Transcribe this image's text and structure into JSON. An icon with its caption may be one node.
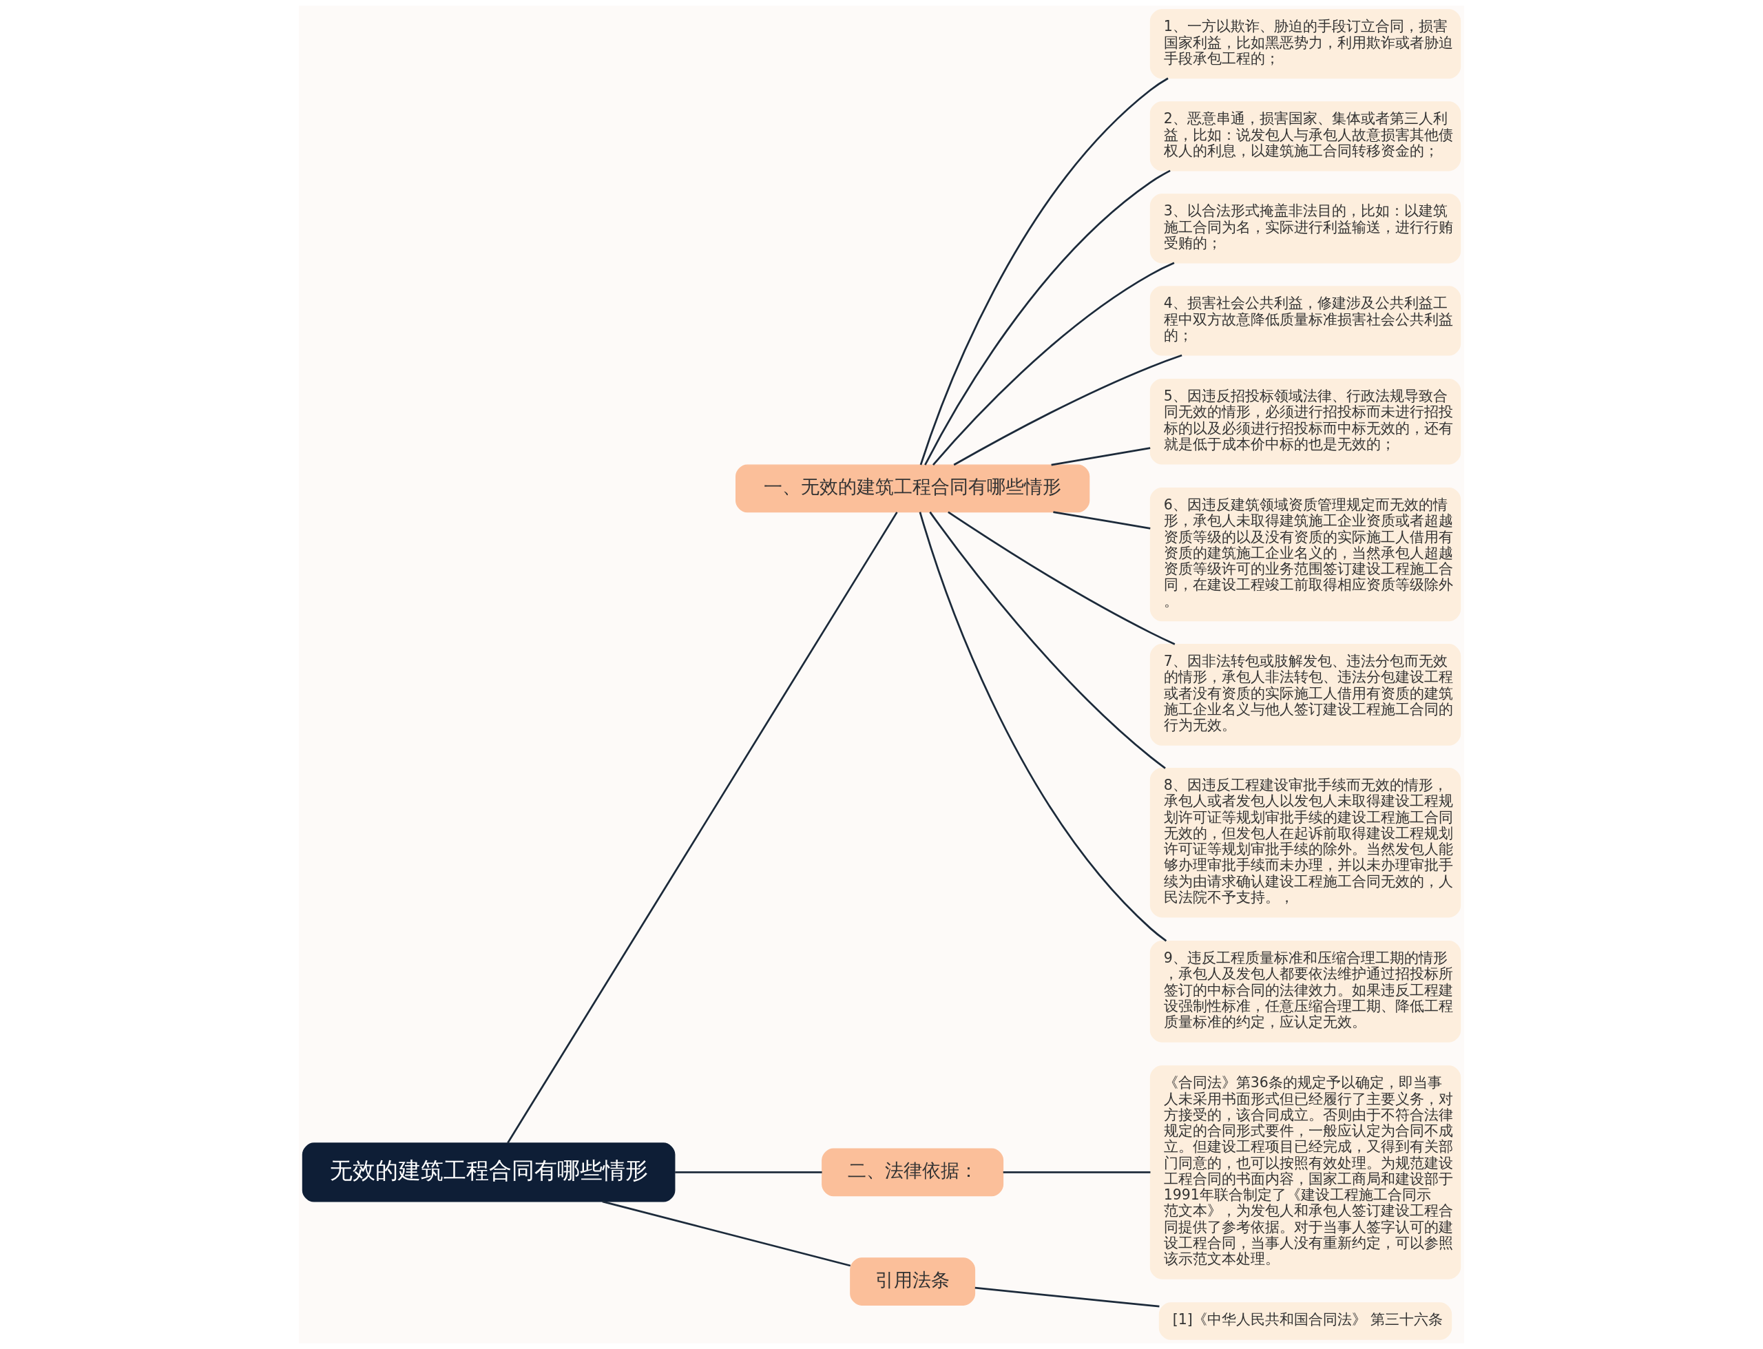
{
  "diagram": {
    "nodes": [
      {
        "text": [
          "无效的建筑工程合同有哪些情形"
        ]
      },
      {
        "text": [
          "一、无效的建筑工程合同有哪些情形"
        ]
      },
      {
        "text": [
          "1、一方以欺诈、胁迫的手段订立合同，损害国家利益，比如黑恶势力，利用欺诈或者胁迫手段承包工程的；"
        ]
      },
      {
        "text": [
          "2、恶意串通，损害国家、集体或者第三人利益，比如：说发包人与承包人故意损害其他债权人的利息，以建筑施工合同转移资金的；"
        ]
      },
      {
        "text": [
          "3、以合法形式掩盖非法目的，比如：以建筑施工合同为名，实际进行利益输送，进行行贿受贿的；"
        ]
      },
      {
        "text": [
          "4、损害社会公共利益，修建涉及公共利益工程中双方故意降低质量标准损害社会公共利益的；"
        ]
      },
      {
        "text": [
          "5、因违反招投标领域法律、行政法规导致合同无效的情形，必须进行招投标而未进行招投标的以及必须进行招投标而中标无效的，还有就是低于成本价中标的也是无效的；"
        ]
      },
      {
        "text": [
          "6、因违反建筑领域资质管理规定而无效的情形，承包人未取得建筑施工企业资质或者超越资质等级的以及没有资质的实际施工人借用有资质的建筑施工企业名义的，当然承包人超越资质等级许可的业务范围签订建设工程施工合同，在建设工程竣工前取得相应资质等级除外。"
        ]
      },
      {
        "text": [
          "7、因非法转包或肢解发包、违法分包而无效的情形，承包人非法转包、违法分包建设工程或者没有资质的实际施工人借用有资质的建筑施工企业名义与他人签订建设工程施工合同的行为无效。"
        ]
      },
      {
        "text": [
          "8、因违反工程建设审批手续而无效的情形，承包人或者发包人以发包人未取得建设工程规划许可证等规划审批手续的建设工程施工合同无效的，但发包人在起诉前取得建设工程规划许可证等规划审批手续的除外。当然发包人能够办理审批手续而未办理，并以未办理审批手续为由请求确认建设工程施工合同无效的，人民法院不予支持。，"
        ]
      },
      {
        "text": [
          "9、违反工程质量标准和压缩合理工期的情形，承包人及发包人都要依法维护通过招投标所签订的中标合同的法律效力。如果违反工程建设强制性标准，任意压缩合理工期、降低工程质量标准的约定，应认定无效。"
        ]
      },
      {
        "text": [
          "二、法律依据："
        ]
      },
      {
        "text": [
          "《合同法》第36条的规定予以确定，即当事人未采用书面形式但已经履行了主要义务，对方接受的，该合同成立。否则由于不符合法律规定的合同形式要件，一般应认定为合同不成立。但建设工程项目已经完成，又得到有关部门同意的，也可以按照有效处理。为规范建设工程合同的书面内容，国家工商局和建设部于1991年联合制定了《建设工程施工合同示范文本》，为发包人和承包人签订建设工程合同提供了参考依据。对于当事人签字认可的建设工程合同，当事人没有重新约定，可以参照该示范文本处理。"
        ]
      },
      {
        "text": [
          "引用法条"
        ]
      },
      {
        "text": [
          "[1]《中华人民共和国合同法》 第三十六条"
        ]
      }
    ],
    "edges": [
      {
        "from": 0,
        "to": 1,
        "arrow": "none"
      },
      {
        "from": 1,
        "to": 2,
        "arrow": "none"
      },
      {
        "from": 1,
        "to": 3,
        "arrow": "none"
      },
      {
        "from": 1,
        "to": 4,
        "arrow": "none"
      },
      {
        "from": 1,
        "to": 5,
        "arrow": "none"
      },
      {
        "from": 1,
        "to": 6,
        "arrow": "none"
      },
      {
        "from": 1,
        "to": 7,
        "arrow": "none"
      },
      {
        "from": 1,
        "to": 8,
        "arrow": "none"
      },
      {
        "from": 1,
        "to": 9,
        "arrow": "none"
      },
      {
        "from": 1,
        "to": 10,
        "arrow": "none"
      },
      {
        "from": 0,
        "to": 11,
        "arrow": "none"
      },
      {
        "from": 11,
        "to": 12,
        "arrow": "none"
      },
      {
        "from": 0,
        "to": 13,
        "arrow": "none"
      },
      {
        "from": 13,
        "to": 14,
        "arrow": "none"
      }
    ]
  }
}
